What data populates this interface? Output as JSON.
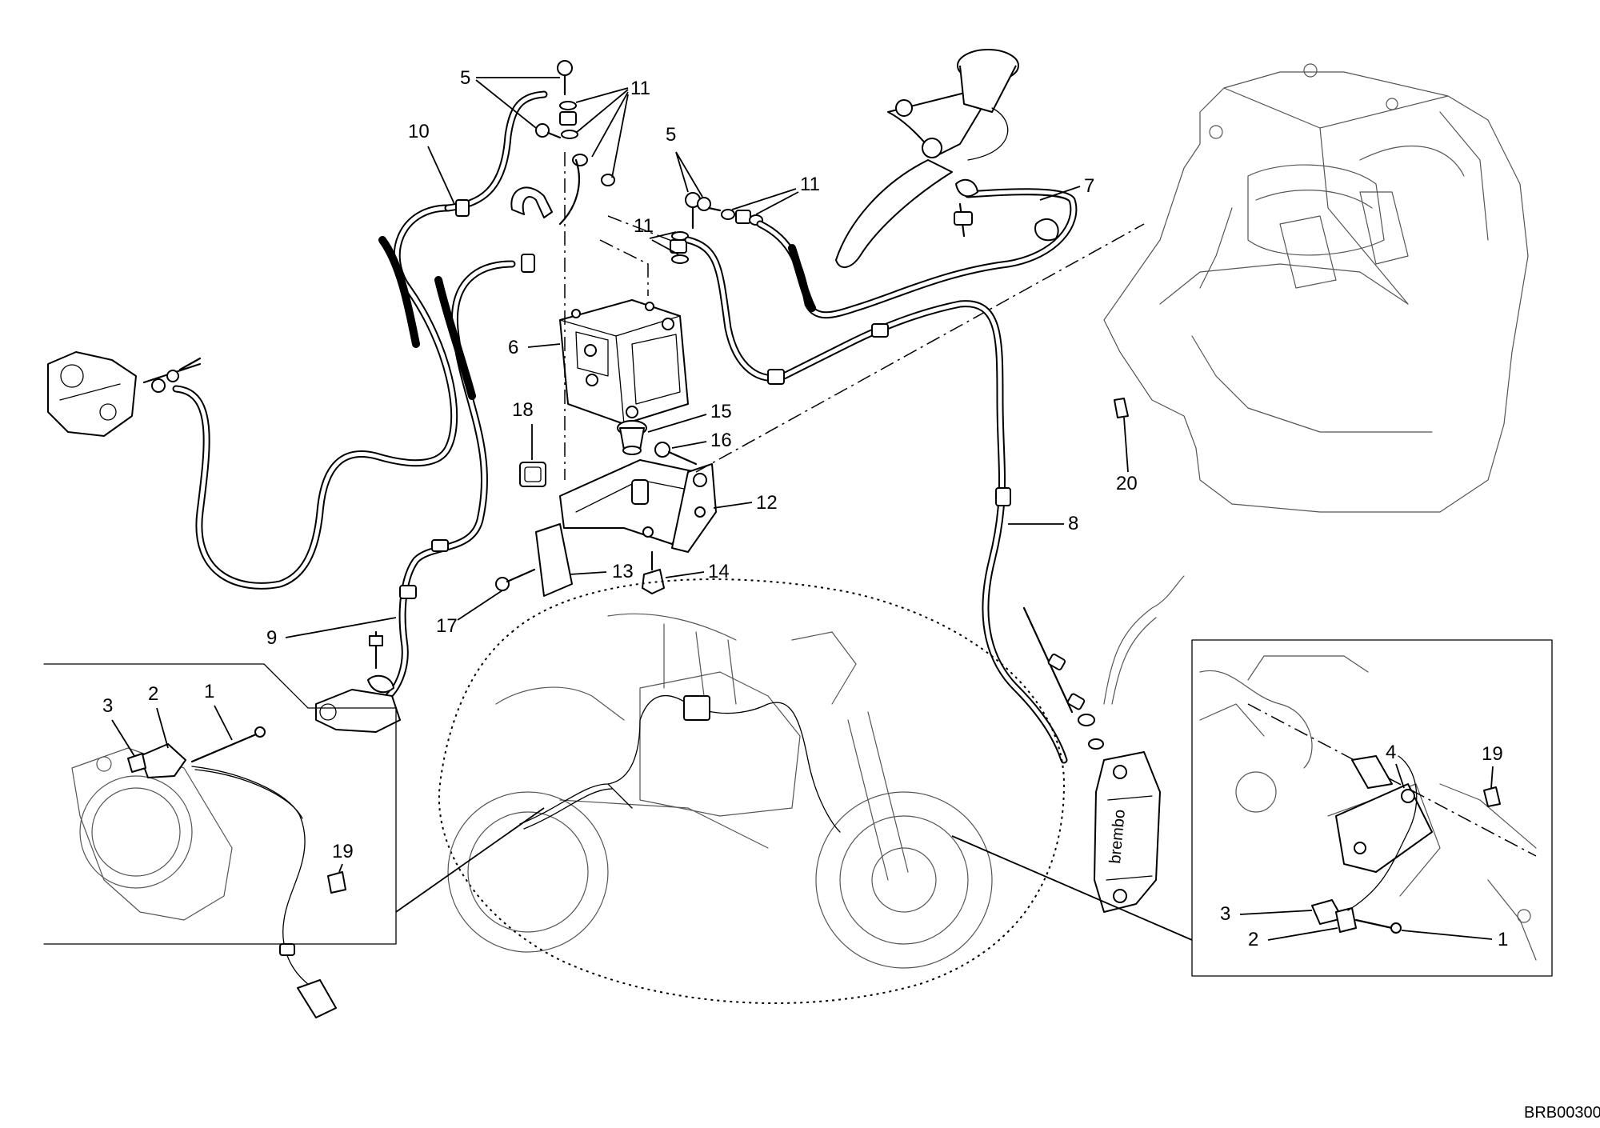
{
  "diagram": {
    "drawing_code": "BRB00300",
    "callouts": {
      "c1": "1",
      "c2": "2",
      "c3": "3",
      "c4": "4",
      "c5": "5",
      "c6": "6",
      "c7": "7",
      "c8": "8",
      "c9": "9",
      "c10": "10",
      "c11": "11",
      "c12": "12",
      "c13": "13",
      "c14": "14",
      "c15": "15",
      "c16": "16",
      "c17": "17",
      "c18": "18",
      "c19": "19",
      "c20": "20"
    }
  }
}
